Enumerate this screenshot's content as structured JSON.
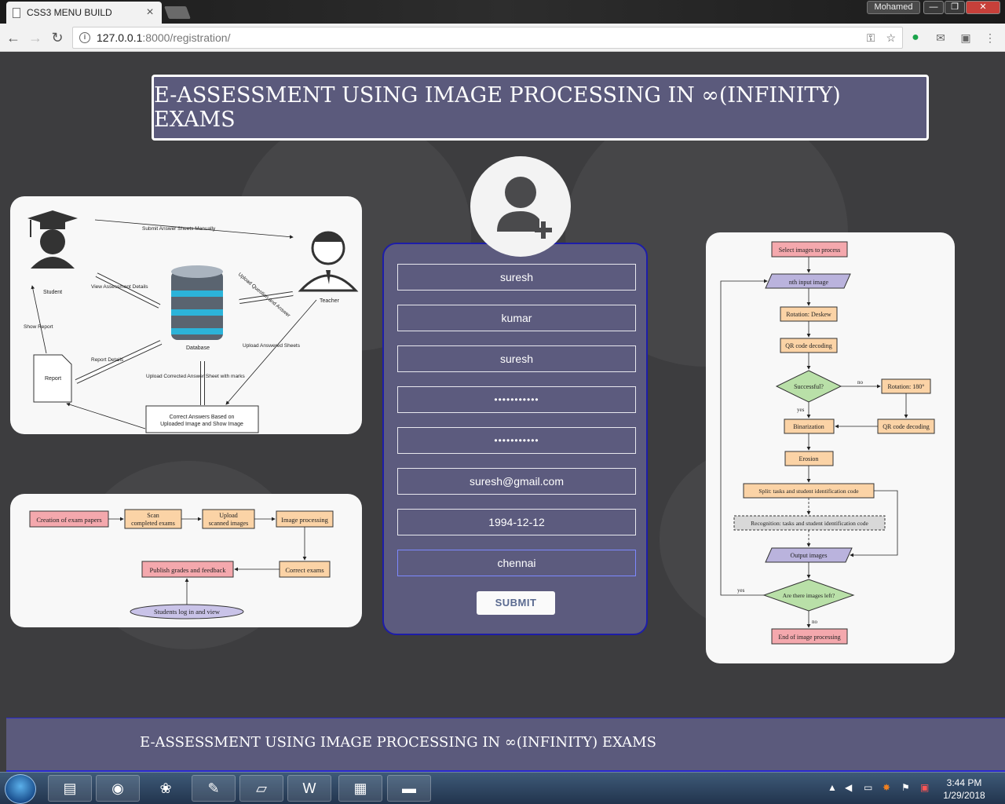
{
  "browser": {
    "tab_title": "CSS3 MENU BUILD",
    "tab_close": "×",
    "profile_name": "Mohamed",
    "url_host": "127.0.0.1",
    "url_path": ":8000/registration/"
  },
  "page": {
    "header_title": "E-ASSESSMENT USING IMAGE PROCESSING IN ∞(INFINITY) EXAMS",
    "footer_title": "E-ASSESSMENT USING IMAGE PROCESSING IN ∞(INFINITY) EXAMS"
  },
  "form": {
    "first_name": "suresh",
    "last_name": "kumar",
    "username": "suresh",
    "password": "•••••••••••",
    "confirm_password": "•••••••••••",
    "email": "suresh@gmail.com",
    "dob": "1994-12-12",
    "city": "chennai",
    "submit_label": "SUBMIT"
  },
  "system_diagram": {
    "student": "Student",
    "teacher": "Teacher",
    "database": "Database",
    "report": "Report",
    "submit_manual": "Submit Answer Sheets Manually",
    "view_assessment": "View Assessment Details",
    "upload_question": "Upload Question and Answer",
    "show_report": "Show Report",
    "report_details": "Report Details",
    "upload_answered": "Upload Answered Sheets",
    "upload_corrected": "Upload Corrected Answer Sheet with marks",
    "correct_box_1": "Correct Answers Based on",
    "correct_box_2": "Uploaded Image and Show Image"
  },
  "process_flow": {
    "creation": "Creation of exam papers",
    "scan_1": "Scan",
    "scan_2": "completed exams",
    "upload_1": "Upload",
    "upload_2": "scanned images",
    "image_processing": "Image processing",
    "correct_exams": "Correct exams",
    "publish": "Publish grades and feedback",
    "students_log": "Students log in and view"
  },
  "flowchart": {
    "select": "Select images to process",
    "nth_input": "nth input image",
    "rotation": "Rotation: Deskew",
    "qr_decoding": "QR code decoding",
    "successful": "Successful?",
    "no1": "no",
    "rotation180": "Rotation: 180°",
    "yes1": "yes",
    "binarization": "Binarization",
    "qr_decoding2": "QR code decoding",
    "erosion": "Erosion",
    "split": "Split: tasks and student identification code",
    "recognition": "Recognition: tasks and student identification code",
    "output": "Output images",
    "are_there": "Are there images left?",
    "yes2": "yes",
    "no2": "no",
    "end": "End of image processing"
  },
  "taskbar": {
    "time": "3:44 PM",
    "date": "1/29/2018"
  }
}
